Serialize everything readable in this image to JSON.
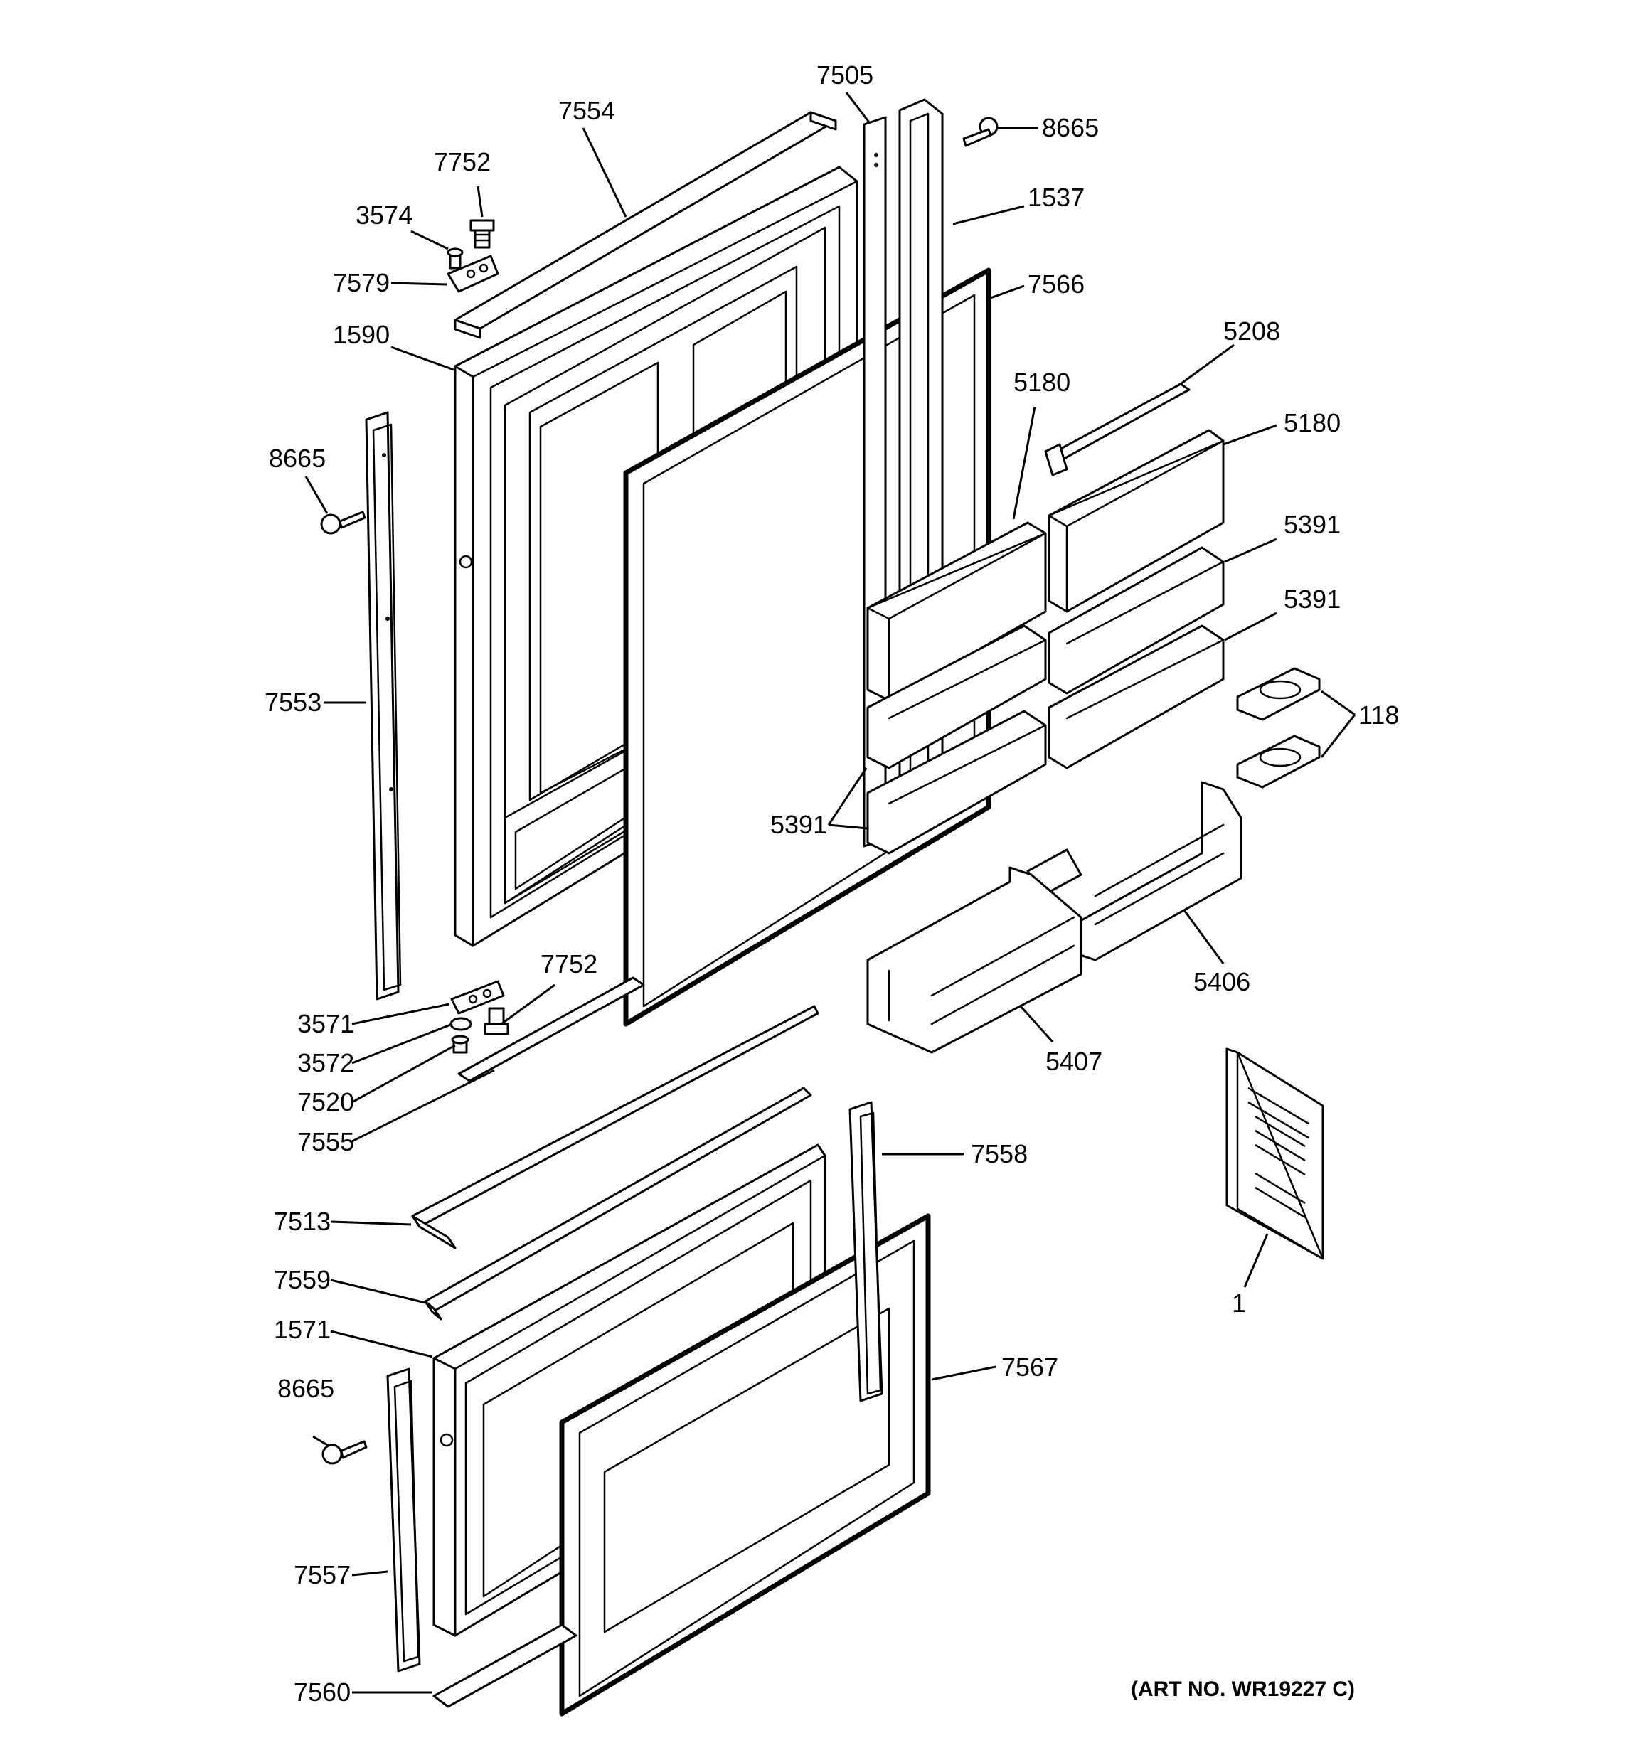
{
  "diagram": {
    "callouts": [
      {
        "id": "c-7505",
        "label": "7505"
      },
      {
        "id": "c-7554",
        "label": "7554"
      },
      {
        "id": "c-8665-top",
        "label": "8665"
      },
      {
        "id": "c-7752-top",
        "label": "7752"
      },
      {
        "id": "c-3574",
        "label": "3574"
      },
      {
        "id": "c-1537",
        "label": "1537"
      },
      {
        "id": "c-7579",
        "label": "7579"
      },
      {
        "id": "c-7566",
        "label": "7566"
      },
      {
        "id": "c-1590",
        "label": "1590"
      },
      {
        "id": "c-5208",
        "label": "5208"
      },
      {
        "id": "c-5180-a",
        "label": "5180"
      },
      {
        "id": "c-5180-b",
        "label": "5180"
      },
      {
        "id": "c-8665-left",
        "label": "8665"
      },
      {
        "id": "c-5391-a",
        "label": "5391"
      },
      {
        "id": "c-5391-b",
        "label": "5391"
      },
      {
        "id": "c-7553",
        "label": "7553"
      },
      {
        "id": "c-118",
        "label": "118"
      },
      {
        "id": "c-5391-c",
        "label": "5391"
      },
      {
        "id": "c-7752-mid",
        "label": "7752"
      },
      {
        "id": "c-5406",
        "label": "5406"
      },
      {
        "id": "c-3571",
        "label": "3571"
      },
      {
        "id": "c-3572",
        "label": "3572"
      },
      {
        "id": "c-5407",
        "label": "5407"
      },
      {
        "id": "c-7520",
        "label": "7520"
      },
      {
        "id": "c-7555",
        "label": "7555"
      },
      {
        "id": "c-7558",
        "label": "7558"
      },
      {
        "id": "c-7513",
        "label": "7513"
      },
      {
        "id": "c-7559",
        "label": "7559"
      },
      {
        "id": "c-1",
        "label": "1"
      },
      {
        "id": "c-1571",
        "label": "1571"
      },
      {
        "id": "c-7567",
        "label": "7567"
      },
      {
        "id": "c-8665-bottom",
        "label": "8665"
      },
      {
        "id": "c-7557",
        "label": "7557"
      },
      {
        "id": "c-7560",
        "label": "7560"
      }
    ],
    "art_number": "(ART NO. WR19227 C)"
  }
}
